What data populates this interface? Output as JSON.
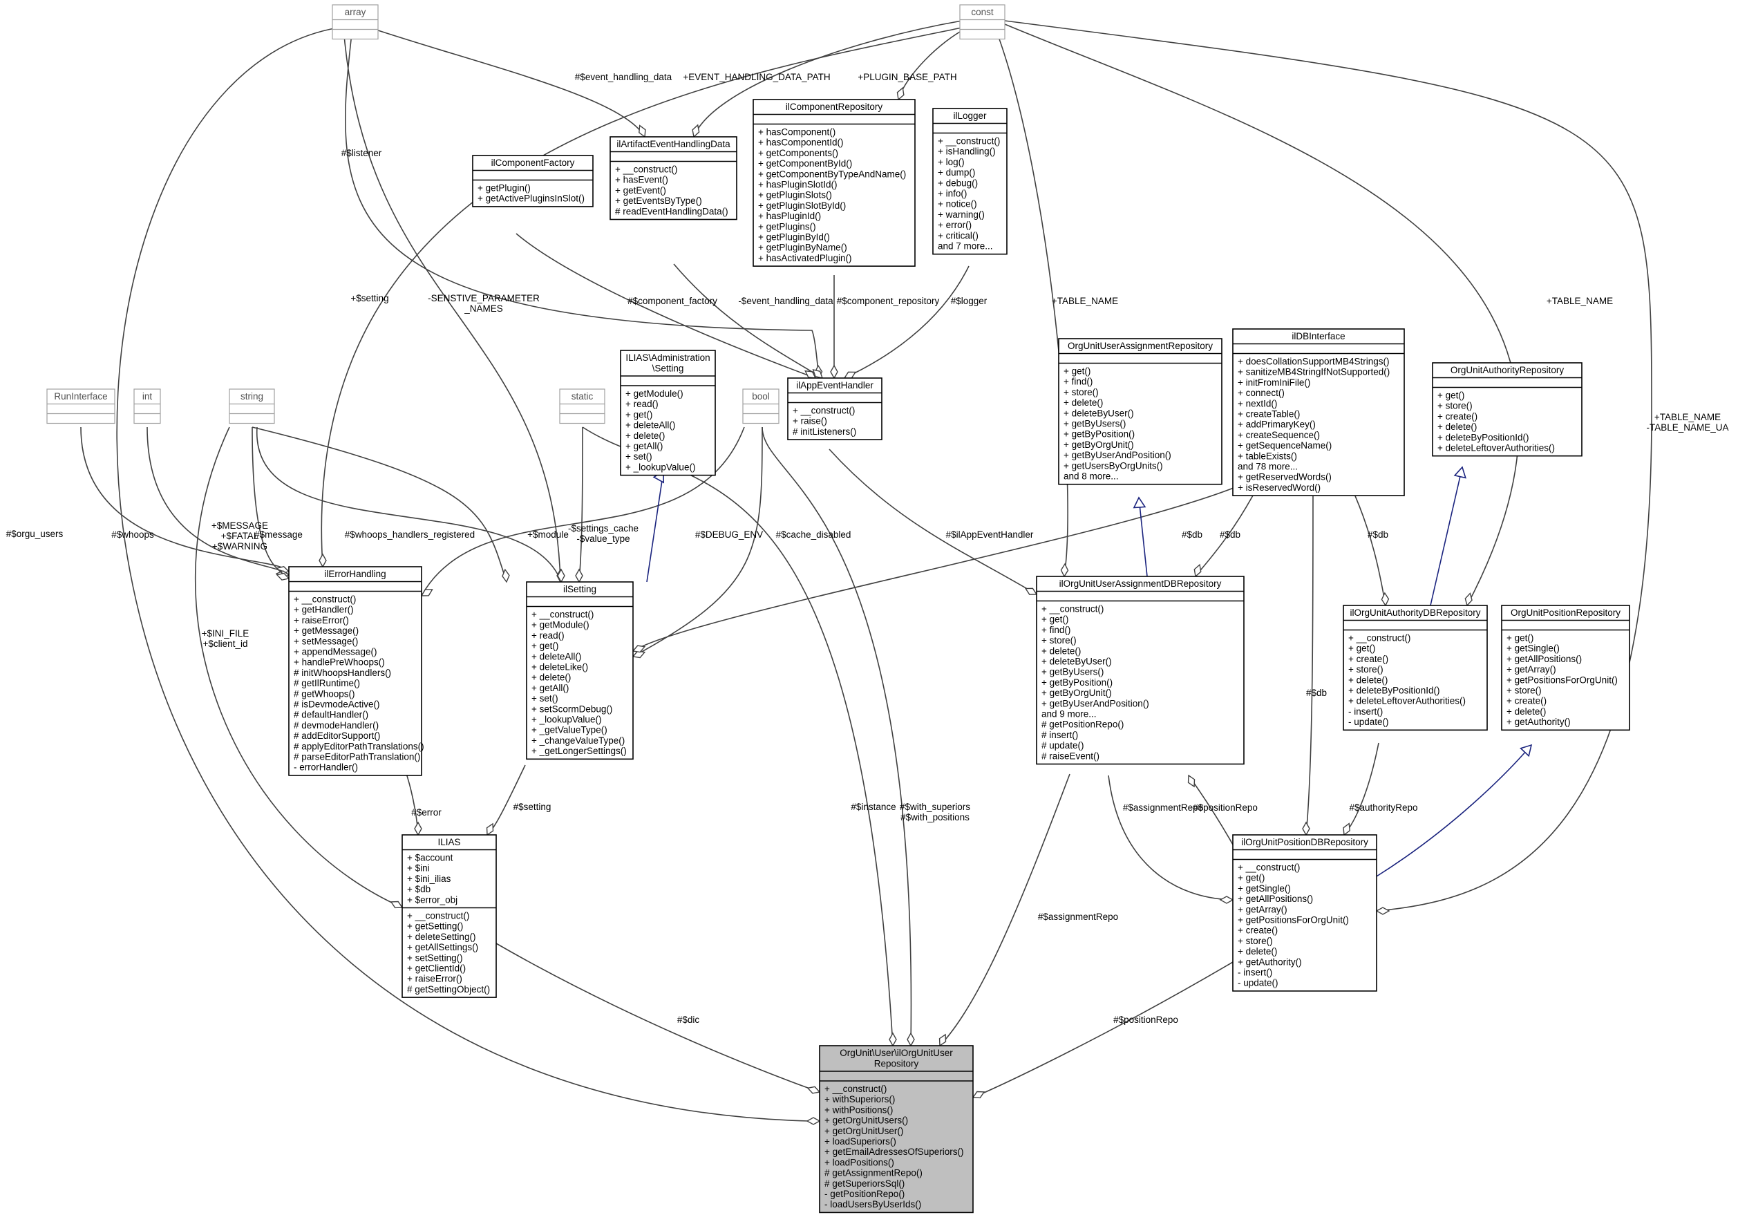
{
  "classes": {
    "array": {
      "title": [
        "array"
      ],
      "sections": [
        [],
        []
      ]
    },
    "const": {
      "title": [
        "const"
      ],
      "sections": [
        [],
        []
      ]
    },
    "ilComponentRepository": {
      "title": [
        "ilComponentRepository"
      ],
      "sections": [
        [],
        [
          "+ hasComponent()",
          "+ hasComponentId()",
          "+ getComponents()",
          "+ getComponentById()",
          "+ getComponentByTypeAndName()",
          "+ hasPluginSlotId()",
          "+ getPluginSlots()",
          "+ getPluginSlotById()",
          "+ hasPluginId()",
          "+ getPlugins()",
          "+ getPluginById()",
          "+ getPluginByName()",
          "+ hasActivatedPlugin()"
        ]
      ]
    },
    "ilLogger": {
      "title": [
        "ilLogger"
      ],
      "sections": [
        [],
        [
          "+ __construct()",
          "+ isHandling()",
          "+ log()",
          "+ dump()",
          "+ debug()",
          "+ info()",
          "+ notice()",
          "+ warning()",
          "+ error()",
          "+ critical()",
          "and 7 more..."
        ]
      ]
    },
    "ilArtifactEventHandlingData": {
      "title": [
        "ilArtifactEventHandlingData"
      ],
      "sections": [
        [],
        [
          "+ __construct()",
          "+ hasEvent()",
          "+ getEvent()",
          "+ getEventsByType()",
          "# readEventHandlingData()"
        ]
      ]
    },
    "ilComponentFactory": {
      "title": [
        "ilComponentFactory"
      ],
      "sections": [
        [],
        [
          "+ getPlugin()",
          "+ getActivePluginsInSlot()"
        ]
      ]
    },
    "ilAppEventHandler": {
      "title": [
        "ilAppEventHandler"
      ],
      "sections": [
        [],
        [
          "+ __construct()",
          "+ raise()",
          "# initListeners()"
        ]
      ]
    },
    "OrgUnitUserAssignmentRepository": {
      "title": [
        "OrgUnitUserAssignmentRepository"
      ],
      "sections": [
        [],
        [
          "+ get()",
          "+ find()",
          "+ store()",
          "+ delete()",
          "+ deleteByUser()",
          "+ getByUsers()",
          "+ getByPosition()",
          "+ getByOrgUnit()",
          "+ getByUserAndPosition()",
          "+ getUsersByOrgUnits()",
          "and 8 more..."
        ]
      ]
    },
    "ilDBInterface": {
      "title": [
        "ilDBInterface"
      ],
      "sections": [
        [],
        [
          "+ doesCollationSupportMB4Strings()",
          "+ sanitizeMB4StringIfNotSupported()",
          "+ initFromIniFile()",
          "+ connect()",
          "+ nextId()",
          "+ createTable()",
          "+ addPrimaryKey()",
          "+ createSequence()",
          "+ getSequenceName()",
          "+ tableExists()",
          "and 78 more...",
          "+ getReservedWords()",
          "+ isReservedWord()"
        ]
      ]
    },
    "OrgUnitAuthorityRepository": {
      "title": [
        "OrgUnitAuthorityRepository"
      ],
      "sections": [
        [],
        [
          "+ get()",
          "+ store()",
          "+ create()",
          "+ delete()",
          "+ deleteByPositionId()",
          "+ deleteLeftoverAuthorities()"
        ]
      ]
    },
    "RunInterface": {
      "title": [
        "RunInterface"
      ],
      "sections": [
        [],
        []
      ]
    },
    "int": {
      "title": [
        "int"
      ],
      "sections": [
        [],
        []
      ]
    },
    "string": {
      "title": [
        "string"
      ],
      "sections": [
        [],
        []
      ]
    },
    "static": {
      "title": [
        "static"
      ],
      "sections": [
        [],
        []
      ]
    },
    "bool": {
      "title": [
        "bool"
      ],
      "sections": [
        [],
        []
      ]
    },
    "ILIASAdministrationSetting": {
      "title": [
        "ILIAS\\Administration",
        "\\Setting"
      ],
      "sections": [
        [],
        [
          "+ getModule()",
          "+ read()",
          "+ get()",
          "+ deleteAll()",
          "+ delete()",
          "+ getAll()",
          "+ set()",
          "+ _lookupValue()"
        ]
      ]
    },
    "ilErrorHandling": {
      "title": [
        "ilErrorHandling"
      ],
      "sections": [
        [],
        [
          "+ __construct()",
          "+ getHandler()",
          "+ raiseError()",
          "+ getMessage()",
          "+ setMessage()",
          "+ appendMessage()",
          "+ handlePreWhoops()",
          "# initWhoopsHandlers()",
          "# getIlRuntime()",
          "# getWhoops()",
          "# isDevmodeActive()",
          "# defaultHandler()",
          "# devmodeHandler()",
          "# addEditorSupport()",
          "# applyEditorPathTranslations()",
          "# parseEditorPathTranslation()",
          "- errorHandler()"
        ]
      ]
    },
    "ilSetting": {
      "title": [
        "ilSetting"
      ],
      "sections": [
        [],
        [
          "+ __construct()",
          "+ getModule()",
          "+ read()",
          "+ get()",
          "+ deleteAll()",
          "+ deleteLike()",
          "+ delete()",
          "+ getAll()",
          "+ set()",
          "+ setScormDebug()",
          "+ _lookupValue()",
          "+ _getValueType()",
          "+ _changeValueType()",
          "+ _getLongerSettings()"
        ]
      ]
    },
    "ilOrgUnitUserAssignmentDBRepository": {
      "title": [
        "ilOrgUnitUserAssignmentDBRepository"
      ],
      "sections": [
        [],
        [
          "+ __construct()",
          "+ get()",
          "+ find()",
          "+ store()",
          "+ delete()",
          "+ deleteByUser()",
          "+ getByUsers()",
          "+ getByPosition()",
          "+ getByOrgUnit()",
          "+ getByUserAndPosition()",
          "and 9 more...",
          "# getPositionRepo()",
          "# insert()",
          "# update()",
          "# raiseEvent()"
        ]
      ]
    },
    "ilOrgUnitAuthorityDBRepository": {
      "title": [
        "ilOrgUnitAuthorityDBRepository"
      ],
      "sections": [
        [],
        [
          "+ __construct()",
          "+ get()",
          "+ create()",
          "+ store()",
          "+ delete()",
          "+ deleteByPositionId()",
          "+ deleteLeftoverAuthorities()",
          "- insert()",
          "- update()"
        ]
      ]
    },
    "OrgUnitPositionRepository": {
      "title": [
        "OrgUnitPositionRepository"
      ],
      "sections": [
        [],
        [
          "+ get()",
          "+ getSingle()",
          "+ getAllPositions()",
          "+ getArray()",
          "+ getPositionsForOrgUnit()",
          "+ store()",
          "+ create()",
          "+ delete()",
          "+ getAuthority()"
        ]
      ]
    },
    "ILIAS": {
      "title": [
        "ILIAS"
      ],
      "sections": [
        [
          "+ $account",
          "+ $ini",
          "+ $ini_ilias",
          "+ $db",
          "+ $error_obj"
        ],
        [
          "+ __construct()",
          "+ getSetting()",
          "+ deleteSetting()",
          "+ getAllSettings()",
          "+ setSetting()",
          "+ getClientId()",
          "+ raiseError()",
          "# getSettingObject()"
        ]
      ]
    },
    "ilOrgUnitPositionDBRepository": {
      "title": [
        "ilOrgUnitPositionDBRepository"
      ],
      "sections": [
        [],
        [
          "+ __construct()",
          "+ get()",
          "+ getSingle()",
          "+ getAllPositions()",
          "+ getArray()",
          "+ getPositionsForOrgUnit()",
          "+ create()",
          "+ store()",
          "+ delete()",
          "+ getAuthority()",
          "- insert()",
          "- update()"
        ]
      ]
    },
    "ilOrgUnitUserRepository": {
      "title": [
        "OrgUnit\\User\\ilOrgUnitUser",
        "Repository"
      ],
      "sections": [
        [],
        [
          "+ __construct()",
          "+ withSuperiors()",
          "+ withPositions()",
          "+ getOrgUnitUsers()",
          "+ getOrgUnitUser()",
          "+ loadSuperiors()",
          "+ getEmailAdressesOfSuperiors()",
          "+ loadPositions()",
          "# getAssignmentRepo()",
          "# getSuperiorsSql()",
          "- getPositionRepo()",
          "- loadUsersByUserIds()"
        ]
      ]
    }
  },
  "edge_labels": {
    "orgu_users": [
      "#$orgu_users"
    ],
    "event_handling_data": [
      "#$event_handling_data"
    ],
    "event_handling_data_path": [
      "+EVENT_HANDLING_DATA_PATH"
    ],
    "plugin_base_path": [
      "+PLUGIN_BASE_PATH"
    ],
    "listener": [
      "#$listener"
    ],
    "setting_array": [
      "+$setting"
    ],
    "sensitive_params": [
      "-SENSTIVE_PARAMETER",
      "_NAMES"
    ],
    "component_factory": [
      "#$component_factory"
    ],
    "event_handling_data_priv": [
      "-$event_handling_data"
    ],
    "component_repository": [
      "#$component_repository"
    ],
    "logger": [
      "#$logger"
    ],
    "table_name_assign": [
      "+TABLE_NAME"
    ],
    "table_name_auth": [
      "+TABLE_NAME"
    ],
    "table_name_pos": [
      "+TABLE_NAME",
      "-TABLE_NAME_UA"
    ],
    "whoops": [
      "#$whoops"
    ],
    "message_consts": [
      "+$MESSAGE",
      "+$FATAL",
      "+$WARNING"
    ],
    "message": [
      "#$message"
    ],
    "whoops_registered": [
      "#$whoops_handlers_registered"
    ],
    "module": [
      "+$module"
    ],
    "settings_cache": [
      "-$settings_cache",
      "-$value_type"
    ],
    "debug_env": [
      "#$DEBUG_ENV"
    ],
    "cache_disabled": [
      "#$cache_disabled"
    ],
    "il_app_event_handler": [
      "#$ilAppEventHandler"
    ],
    "db_setting": [
      "#$db"
    ],
    "db_assign": [
      "#$db"
    ],
    "db_pos": [
      "#$db"
    ],
    "db_auth": [
      "#$db"
    ],
    "ini_file": [
      "+$INI_FILE",
      "+$client_id"
    ],
    "error": [
      "#$error"
    ],
    "setting_ilias": [
      "#$setting"
    ],
    "instance": [
      "#$instance"
    ],
    "with_superiors": [
      "#$with_superiors",
      "#$with_positions"
    ],
    "assignment_repo_main": [
      "#$assignmentRepo"
    ],
    "assignment_repo_pos": [
      "#$assignmentRepo"
    ],
    "position_repo_assign": [
      "#$positionRepo"
    ],
    "authority_repo": [
      "#$authorityRepo"
    ],
    "dic": [
      "#$dic"
    ],
    "position_repo_main": [
      "#$positionRepo"
    ]
  }
}
